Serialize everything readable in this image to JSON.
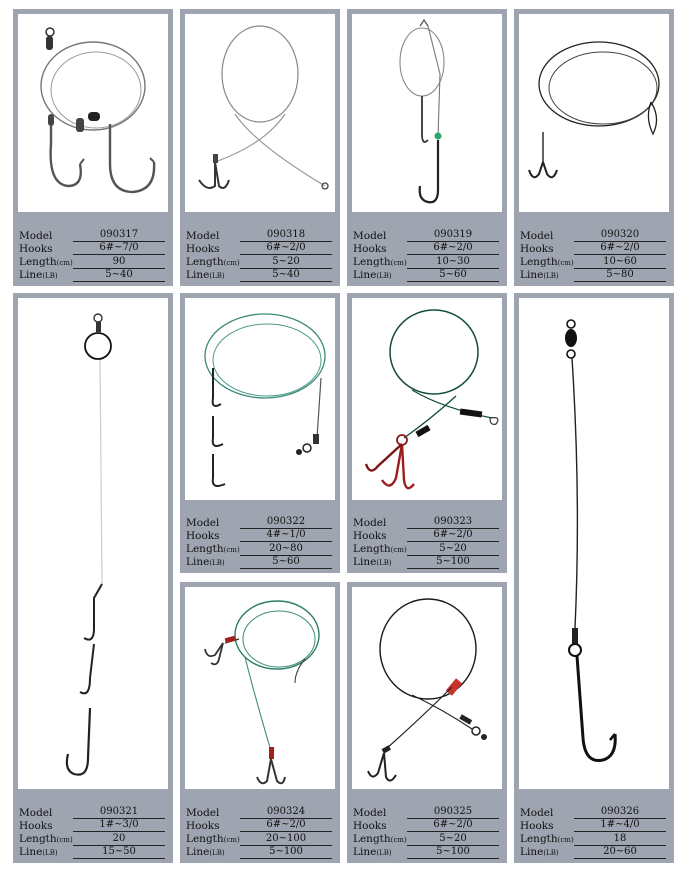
{
  "labels": {
    "model": "Model",
    "hooks": "Hooks",
    "length": "Length",
    "length_unit": "(cm)",
    "line": "Line",
    "line_unit": "(LB)"
  },
  "products": [
    {
      "model": "090317",
      "hooks": "6#~7/0",
      "length": "90",
      "line": "5~40"
    },
    {
      "model": "090318",
      "hooks": "6#~2/0",
      "length": "5~20",
      "line": "5~40"
    },
    {
      "model": "090319",
      "hooks": "6#~2/0",
      "length": "10~30",
      "line": "5~60"
    },
    {
      "model": "090320",
      "hooks": "6#~2/0",
      "length": "10~60",
      "line": "5~80"
    },
    {
      "model": "090321",
      "hooks": "1#~3/0",
      "length": "20",
      "line": "15~50"
    },
    {
      "model": "090322",
      "hooks": "4#~1/0",
      "length": "20~80",
      "line": "5~60"
    },
    {
      "model": "090323",
      "hooks": "6#~2/0",
      "length": "5~20",
      "line": "5~100"
    },
    {
      "model": "090324",
      "hooks": "6#~2/0",
      "length": "20~100",
      "line": "5~100"
    },
    {
      "model": "090325",
      "hooks": "6#~2/0",
      "length": "5~20",
      "line": "5~100"
    },
    {
      "model": "090326",
      "hooks": "1#~4/0",
      "length": "18",
      "line": "20~60"
    }
  ]
}
